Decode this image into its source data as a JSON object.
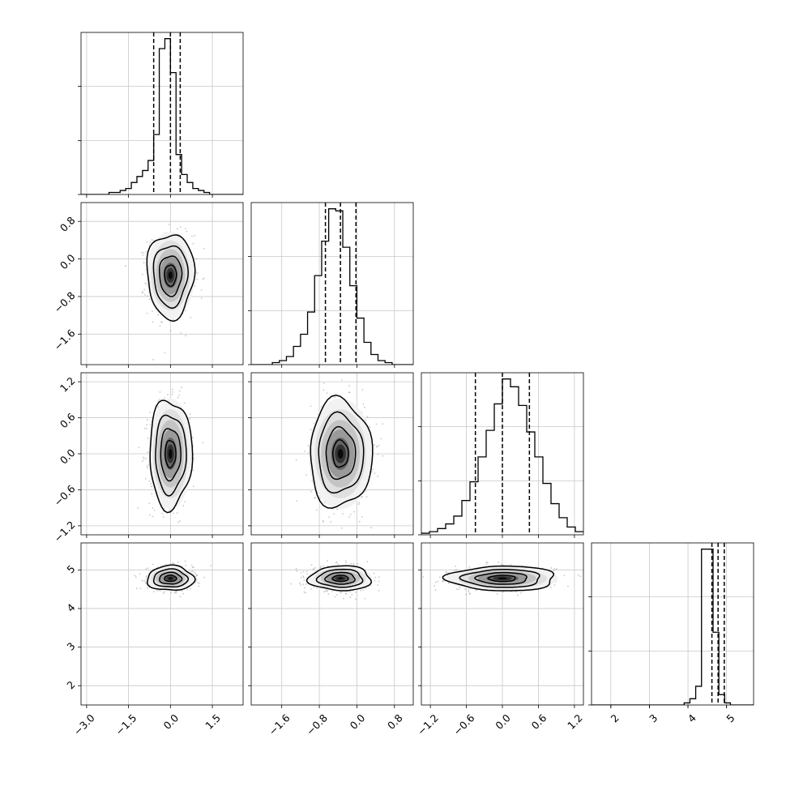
{
  "chart_data": {
    "type": "corner",
    "n_params": 4,
    "grid": true,
    "colors": {
      "hist": "#000000",
      "contour": "#000000",
      "points": "#9a9a9a",
      "grid": "#c8c8c8"
    },
    "ranges": [
      [
        -3.2,
        2.6
      ],
      [
        -2.25,
        1.2
      ],
      [
        -1.35,
        1.35
      ],
      [
        1.5,
        5.7
      ]
    ],
    "ticks": [
      {
        "values": [
          -3.0,
          -1.5,
          0.0,
          1.5
        ],
        "labels": [
          "−3.0",
          "−1.5",
          "0.0",
          "1.5"
        ]
      },
      {
        "values": [
          -1.6,
          -0.8,
          0.0,
          0.8
        ],
        "labels": [
          "−1.6",
          "−0.8",
          "0.0",
          "0.8"
        ]
      },
      {
        "values": [
          -1.2,
          -0.6,
          0.0,
          0.6,
          1.2
        ],
        "labels": [
          "−1.2",
          "−0.6",
          "0.0",
          "0.6",
          "1.2"
        ]
      },
      {
        "values": [
          2,
          3,
          4,
          5
        ],
        "labels": [
          "2",
          "3",
          "4",
          "5"
        ]
      }
    ],
    "quantiles": [
      [
        -0.6,
        0.0,
        0.35
      ],
      [
        -0.67,
        -0.35,
        -0.02
      ],
      [
        -0.45,
        0.0,
        0.45
      ],
      [
        4.62,
        4.78,
        4.94
      ]
    ],
    "histograms": [
      {
        "edges_start": -3.2,
        "bin_width": 0.2,
        "counts": [
          0,
          0,
          0,
          0,
          0,
          1,
          1,
          2,
          3,
          6,
          9,
          12,
          17,
          30,
          73,
          78,
          61,
          20,
          10,
          6,
          3,
          2,
          1,
          0,
          0,
          0,
          0,
          0,
          0
        ]
      },
      {
        "edges_start": -2.25,
        "bin_width": 0.15,
        "counts": [
          0,
          0,
          0,
          1,
          2,
          4,
          9,
          15,
          26,
          44,
          61,
          77,
          76,
          58,
          39,
          23,
          11,
          5,
          2,
          1,
          0,
          0,
          0
        ]
      },
      {
        "edges_start": -1.35,
        "bin_width": 0.135,
        "counts": [
          1,
          2,
          4,
          7,
          12,
          22,
          34,
          50,
          67,
          84,
          100,
          95,
          83,
          66,
          50,
          33,
          20,
          11,
          5,
          2
        ]
      },
      {
        "edges_start": 1.5,
        "bin_width": 0.15,
        "counts": [
          0,
          0,
          0,
          0,
          0,
          0,
          0,
          0,
          0,
          0,
          0,
          0,
          0,
          0,
          0,
          0,
          1,
          3,
          9,
          75,
          75,
          35,
          5,
          1,
          0,
          0,
          0,
          0
        ]
      }
    ],
    "pairs": [
      {
        "x": 0,
        "y": 1,
        "center": [
          0.0,
          -0.35
        ],
        "sigma": [
          0.42,
          0.45
        ]
      },
      {
        "x": 0,
        "y": 2,
        "center": [
          0.0,
          0.0
        ],
        "sigma": [
          0.38,
          0.45
        ]
      },
      {
        "x": 1,
        "y": 2,
        "center": [
          -0.35,
          0.0
        ],
        "sigma": [
          0.33,
          0.45
        ]
      },
      {
        "x": 0,
        "y": 3,
        "center": [
          0.0,
          4.78
        ],
        "sigma": [
          0.42,
          0.16
        ]
      },
      {
        "x": 1,
        "y": 3,
        "center": [
          -0.35,
          4.78
        ],
        "sigma": [
          0.33,
          0.16
        ]
      },
      {
        "x": 2,
        "y": 3,
        "center": [
          0.0,
          4.78
        ],
        "sigma": [
          0.45,
          0.16
        ]
      }
    ]
  }
}
